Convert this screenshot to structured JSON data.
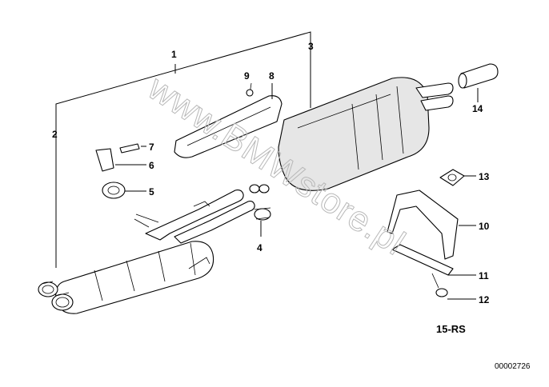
{
  "diagram": {
    "callouts": [
      "1",
      "2",
      "3",
      "4",
      "5",
      "6",
      "7",
      "8",
      "9",
      "10",
      "11",
      "12",
      "13",
      "14"
    ],
    "diagram_code": "15-RS",
    "image_number": "00002726",
    "watermark": "www.BMWstore.pl"
  }
}
